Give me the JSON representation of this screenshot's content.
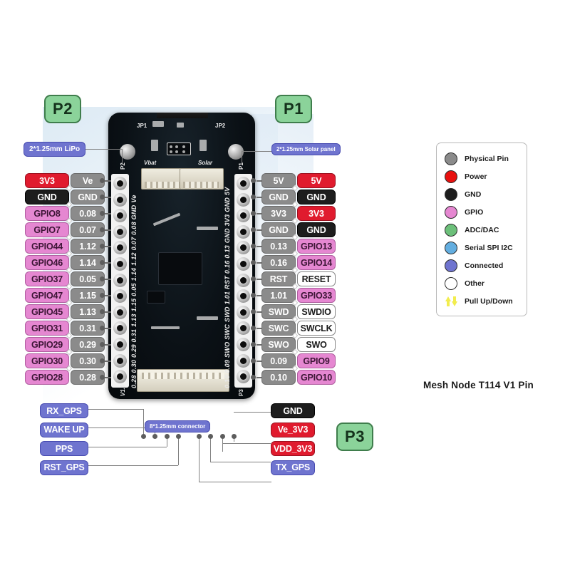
{
  "title": "Mesh Node T114 V1 Pin",
  "groups": [
    {
      "name": "P2",
      "label": "P2"
    },
    {
      "name": "P1",
      "label": "P1"
    },
    {
      "name": "P3",
      "label": "P3"
    }
  ],
  "callouts": {
    "lipo": "2*1.25mm LiPo",
    "solar": "2*1.25mm Solar panel",
    "connector": "8*1.25mm connector"
  },
  "p2_header": {
    "name": "P2",
    "rows": [
      {
        "func": "3V3",
        "func_type": "power",
        "phys": "Ve",
        "phys_type": "phys"
      },
      {
        "func": "GND",
        "func_type": "gnd",
        "phys": "GND",
        "phys_type": "phys"
      },
      {
        "func": "GPIO8",
        "func_type": "gpio",
        "phys": "0.08",
        "phys_type": "phys"
      },
      {
        "func": "GPIO7",
        "func_type": "gpio",
        "phys": "0.07",
        "phys_type": "phys"
      },
      {
        "func": "GPIO44",
        "func_type": "gpio",
        "phys": "1.12",
        "phys_type": "phys"
      },
      {
        "func": "GPIO46",
        "func_type": "gpio",
        "phys": "1.14",
        "phys_type": "phys"
      },
      {
        "func": "GPIO37",
        "func_type": "gpio",
        "phys": "0.05",
        "phys_type": "phys"
      },
      {
        "func": "GPIO47",
        "func_type": "gpio",
        "phys": "1.15",
        "phys_type": "phys"
      },
      {
        "func": "GPIO45",
        "func_type": "gpio",
        "phys": "1.13",
        "phys_type": "phys"
      },
      {
        "func": "GPIO31",
        "func_type": "gpio",
        "phys": "0.31",
        "phys_type": "phys"
      },
      {
        "func": "GPIO29",
        "func_type": "gpio",
        "phys": "0.29",
        "phys_type": "phys"
      },
      {
        "func": "GPIO30",
        "func_type": "gpio",
        "phys": "0.30",
        "phys_type": "phys"
      },
      {
        "func": "GPIO28",
        "func_type": "gpio",
        "phys": "0.28",
        "phys_type": "phys"
      }
    ]
  },
  "p1_header": {
    "name": "P1",
    "rows": [
      {
        "phys": "5V",
        "phys_type": "phys",
        "func": "5V",
        "func_type": "power"
      },
      {
        "phys": "GND",
        "phys_type": "phys",
        "func": "GND",
        "func_type": "gnd"
      },
      {
        "phys": "3V3",
        "phys_type": "phys",
        "func": "3V3",
        "func_type": "power"
      },
      {
        "phys": "GND",
        "phys_type": "phys",
        "func": "GND",
        "func_type": "gnd"
      },
      {
        "phys": "0.13",
        "phys_type": "phys",
        "func": "GPIO13",
        "func_type": "gpio"
      },
      {
        "phys": "0.16",
        "phys_type": "phys",
        "func": "GPIO14",
        "func_type": "gpio"
      },
      {
        "phys": "RST",
        "phys_type": "phys",
        "func": "RESET",
        "func_type": "other"
      },
      {
        "phys": "1.01",
        "phys_type": "phys",
        "func": "GPIO33",
        "func_type": "gpio"
      },
      {
        "phys": "SWD",
        "phys_type": "phys",
        "func": "SWDIO",
        "func_type": "other"
      },
      {
        "phys": "SWC",
        "phys_type": "phys",
        "func": "SWCLK",
        "func_type": "other"
      },
      {
        "phys": "SWO",
        "phys_type": "phys",
        "func": "SWO",
        "func_type": "other"
      },
      {
        "phys": "0.09",
        "phys_type": "phys",
        "func": "GPIO9",
        "func_type": "gpio"
      },
      {
        "phys": "0.10",
        "phys_type": "phys",
        "func": "GPIO10",
        "func_type": "gpio"
      }
    ]
  },
  "p3_left": [
    {
      "label": "RX_GPS",
      "type": "conn"
    },
    {
      "label": "WAKE UP",
      "type": "conn"
    },
    {
      "label": "PPS",
      "type": "conn"
    },
    {
      "label": "RST_GPS",
      "type": "conn"
    }
  ],
  "p3_right": [
    {
      "label": "GND",
      "type": "gnd"
    },
    {
      "label": "Ve_3V3",
      "type": "power"
    },
    {
      "label": "VDD_3V3",
      "type": "power"
    },
    {
      "label": "TX_GPS",
      "type": "conn"
    }
  ],
  "legend": {
    "items": [
      {
        "label": "Physical Pin",
        "color": "#8b8b8b",
        "icon": "circle-swatch"
      },
      {
        "label": "Power",
        "color": "#e8110f",
        "icon": "circle-swatch"
      },
      {
        "label": "GND",
        "color": "#1d1d1d",
        "icon": "circle-swatch"
      },
      {
        "label": "GPIO",
        "color": "#e587d1",
        "icon": "circle-swatch"
      },
      {
        "label": "ADC/DAC",
        "color": "#6cc07a",
        "icon": "circle-swatch"
      },
      {
        "label": "Serial SPI I2C",
        "color": "#63aee0",
        "icon": "circle-swatch"
      },
      {
        "label": "Connected",
        "color": "#6f74cf",
        "icon": "circle-swatch"
      },
      {
        "label": "Other",
        "color": "#ffffff",
        "icon": "circle-swatch"
      },
      {
        "label": "Pull Up/Down",
        "color": "#f2ed4e",
        "icon": "pull-arrows-icon"
      }
    ]
  },
  "board_silk": {
    "jp1": "JP1",
    "jp2": "JP2",
    "bat": "Vbat",
    "solar": "Solar",
    "p1": "P1",
    "p2": "P2",
    "p3": "P3",
    "version": "V1.0",
    "left_pins": "0.28 0.30 0.29 0.31 1.13 1.15 0.05 1.14 1.12 0.07 0.08 GND Ve",
    "right_pins": "0.10 0.09 SWO SWC SWD 1.01 RST 0.16 0.13 GND 3V3 GND 5V"
  }
}
